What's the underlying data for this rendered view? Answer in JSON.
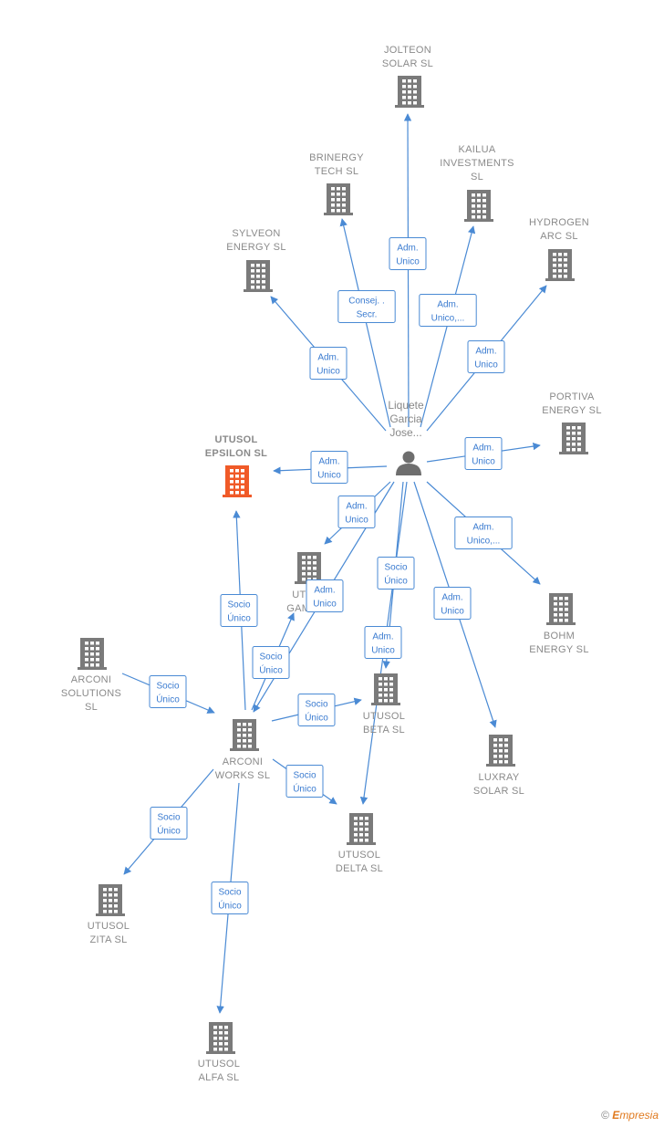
{
  "person": {
    "id": "person",
    "label": [
      "Liquete",
      "Garcia",
      "Jose..."
    ]
  },
  "nodes": [
    {
      "id": "jolteon",
      "label": [
        "JOLTEON",
        "SOLAR  SL"
      ]
    },
    {
      "id": "brinergy",
      "label": [
        "BRINERGY",
        "TECH  SL"
      ]
    },
    {
      "id": "kailua",
      "label": [
        "KAILUA",
        "INVESTMENTS",
        "SL"
      ]
    },
    {
      "id": "sylveon",
      "label": [
        "SYLVEON",
        "ENERGY  SL"
      ]
    },
    {
      "id": "hydrogen",
      "label": [
        "HYDROGEN",
        "ARC  SL"
      ]
    },
    {
      "id": "portiva",
      "label": [
        "PORTIVA",
        "ENERGY  SL"
      ]
    },
    {
      "id": "epsilon",
      "label": [
        "UTUSOL",
        "EPSILON  SL"
      ],
      "focus": true
    },
    {
      "id": "gamma",
      "label": [
        "UTU",
        "GAMM"
      ]
    },
    {
      "id": "bohm",
      "label": [
        "BOHM",
        "ENERGY  SL"
      ]
    },
    {
      "id": "arconisol",
      "label": [
        "ARCONI",
        "SOLUTIONS",
        "SL"
      ]
    },
    {
      "id": "beta",
      "label": [
        "UTUSOL",
        "BETA  SL"
      ]
    },
    {
      "id": "arconiw",
      "label": [
        "ARCONI",
        "WORKS  SL"
      ]
    },
    {
      "id": "luxray",
      "label": [
        "LUXRAY",
        "SOLAR  SL"
      ]
    },
    {
      "id": "delta",
      "label": [
        "UTUSOL",
        "DELTA  SL"
      ]
    },
    {
      "id": "zita",
      "label": [
        "UTUSOL",
        "ZITA  SL"
      ]
    },
    {
      "id": "alfa",
      "label": [
        "UTUSOL",
        "ALFA  SL"
      ]
    }
  ],
  "edges": [
    {
      "from": "person",
      "to": "jolteon",
      "label": [
        "Adm.",
        "Unico"
      ]
    },
    {
      "from": "person",
      "to": "brinergy",
      "label": [
        "Consej. .",
        "Secr."
      ]
    },
    {
      "from": "person",
      "to": "kailua",
      "label": [
        "Adm.",
        "Unico,..."
      ]
    },
    {
      "from": "person",
      "to": "sylveon",
      "label": [
        "Adm.",
        "Unico"
      ]
    },
    {
      "from": "person",
      "to": "hydrogen",
      "label": [
        "Adm.",
        "Unico"
      ]
    },
    {
      "from": "person",
      "to": "portiva",
      "label": [
        "Adm.",
        "Unico"
      ]
    },
    {
      "from": "person",
      "to": "epsilon",
      "label": [
        "Adm.",
        "Unico"
      ]
    },
    {
      "from": "person",
      "to": "gamma",
      "label": [
        "Adm.",
        "Unico"
      ]
    },
    {
      "from": "person",
      "to": "bohm",
      "label": [
        "Adm.",
        "Unico,..."
      ]
    },
    {
      "from": "person",
      "to": "beta",
      "label": [
        "Socio",
        "Único"
      ]
    },
    {
      "from": "person",
      "to": "luxray",
      "label": [
        "Adm.",
        "Unico"
      ]
    },
    {
      "from": "person",
      "to": "delta",
      "label": [
        "Adm.",
        "Unico"
      ]
    },
    {
      "from": "person",
      "to": "arconiw",
      "label": [
        "Adm.",
        "Unico"
      ]
    },
    {
      "from": "arconiw",
      "to": "epsilon",
      "label": [
        "Socio",
        "Único"
      ]
    },
    {
      "from": "arconiw",
      "to": "gamma",
      "label": [
        "Socio",
        "Único"
      ]
    },
    {
      "from": "arconisol",
      "to": "arconiw",
      "label": [
        "Socio",
        "Único"
      ]
    },
    {
      "from": "arconiw",
      "to": "beta",
      "label": [
        "Socio",
        "Único"
      ]
    },
    {
      "from": "arconiw",
      "to": "delta",
      "label": [
        "Socio",
        "Único"
      ]
    },
    {
      "from": "arconiw",
      "to": "zita",
      "label": [
        "Socio",
        "Único"
      ]
    },
    {
      "from": "arconiw",
      "to": "alfa",
      "label": [
        "Socio",
        "Único"
      ]
    }
  ],
  "colors": {
    "edge": "#4a8ad4",
    "building": "#7a7a7a",
    "focus_building": "#f05a28",
    "person": "#6e6e6e"
  },
  "footer": {
    "copyright": "©",
    "brand_initial": "E",
    "brand_rest": "mpresia"
  }
}
